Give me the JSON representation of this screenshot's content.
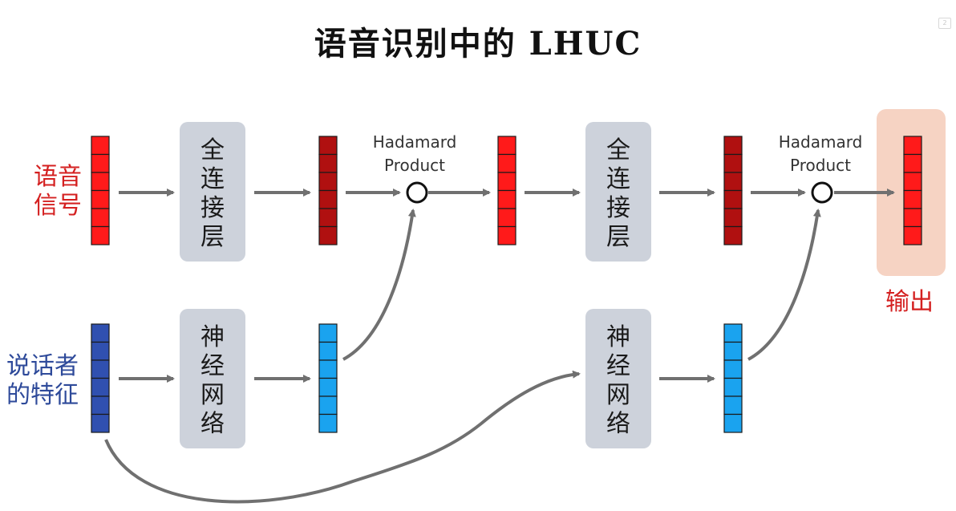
{
  "title": "语音识别中的 LHUC",
  "corner_mark": "2",
  "labels": {
    "input_line1": "语音",
    "input_line2": "信号",
    "speaker_line1": "说话者",
    "speaker_line2": "的特征",
    "output": "输出"
  },
  "hadamard": {
    "line1": "Hadamard",
    "line2": "Product"
  },
  "fc_layer_chars": [
    "全",
    "连",
    "接",
    "层"
  ],
  "nn_chars": [
    "神",
    "经",
    "网",
    "络"
  ],
  "colors": {
    "red": "#ff1a1a",
    "dark_red": "#b01010",
    "blue": "#3050b0",
    "cyan": "#1aa3ef",
    "layer_box": "#cdd2db",
    "output_bg": "#f6d3c3",
    "arrow": "#707070",
    "label_red": "#d42020",
    "label_blue": "#2e4a9a"
  }
}
